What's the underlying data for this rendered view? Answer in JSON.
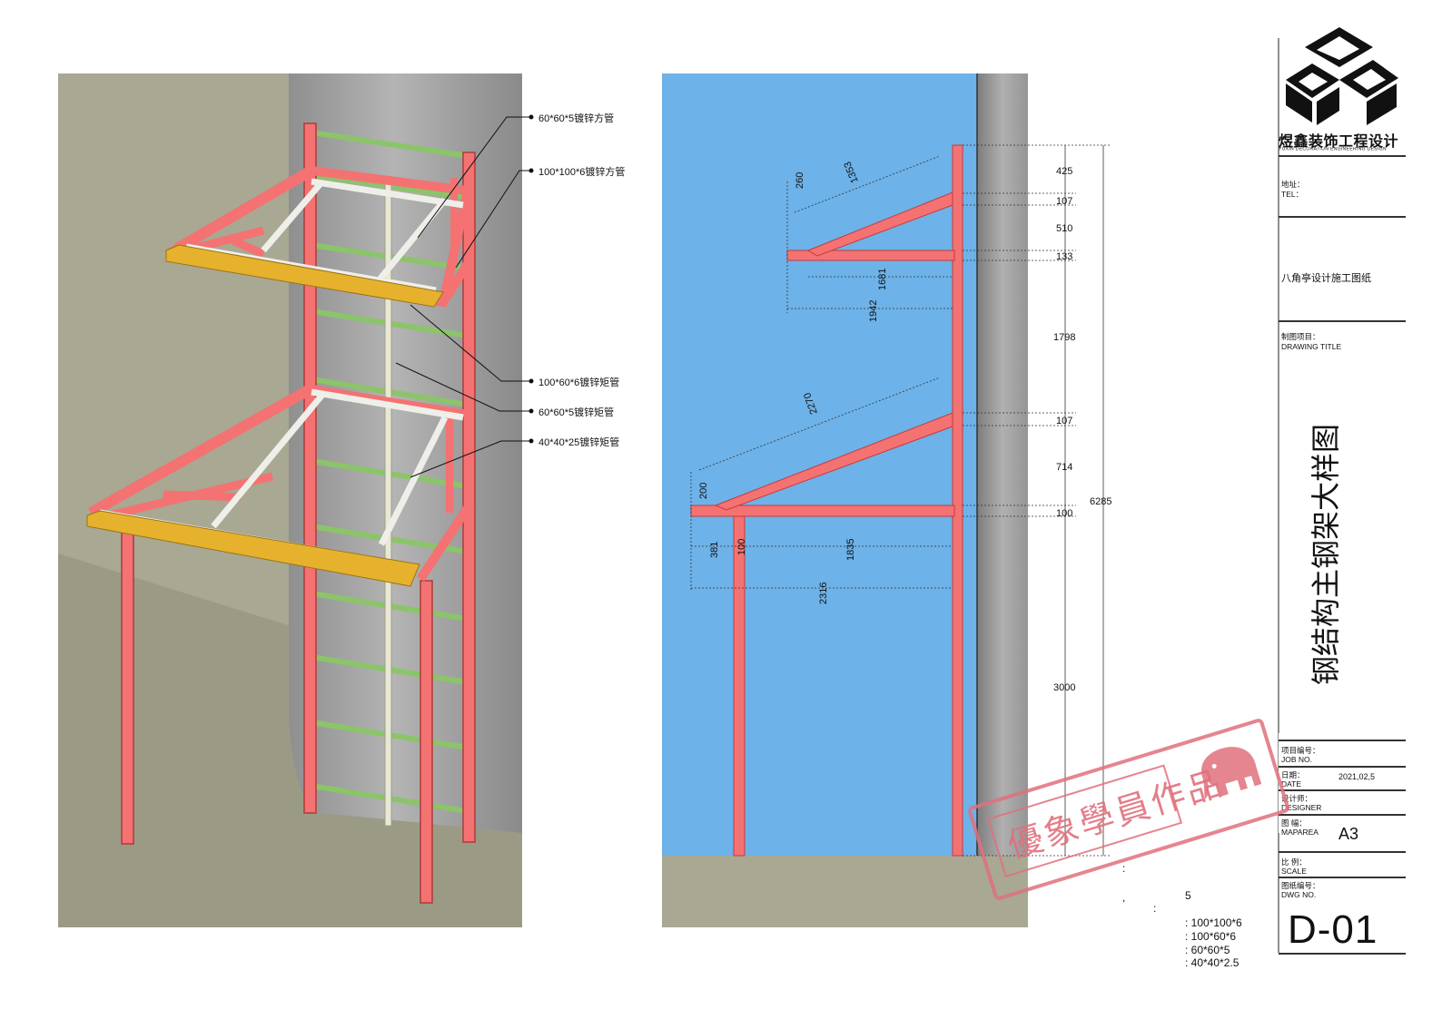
{
  "callouts": {
    "a": "60*60*5镀锌方管",
    "b": "100*100*6镀锌方管",
    "c": "100*60*6镀锌矩管",
    "d": "60*60*5镀锌矩管",
    "e": "40*40*25镀锌矩管"
  },
  "dimensions": {
    "right": [
      "425",
      "107",
      "510",
      "133",
      "1798",
      "107",
      "714",
      "100",
      "3000",
      "6285"
    ],
    "upper": [
      "260",
      "1353",
      "1681",
      "1942"
    ],
    "lower": [
      "2270",
      "200",
      "381",
      "100",
      "1835",
      "2316"
    ]
  },
  "title_block": {
    "company": "煜鑫装饰工程设计",
    "company_en": "YUXIN DECORATION ENGINEERING DESIGN",
    "address_label": "地址：",
    "tel_label": "TEL：",
    "project_name": "八角亭设计施工图纸",
    "drawing_title_cn": "制图项目：",
    "drawing_title_en": "DRAWING TITLE",
    "drawing_title": "钢结构主钢架大样图",
    "job_no_cn": "项目编号：",
    "job_no_en": "JOB NO.",
    "date_cn": "日期：",
    "date_en": "DATE",
    "date_value": "2021,02,5",
    "designer_cn": "设计师：",
    "designer_en": "DESIGNER",
    "maparea_cn": "图 幅：",
    "maparea_en": "MAPAREA",
    "maparea_value": "A3",
    "scale_cn": "比 例：",
    "scale_en": "SCALE",
    "dwg_no_cn": "图纸编号：",
    "dwg_no_en": "DWG NO.",
    "dwg_no_value": "D-01"
  },
  "stamp": {
    "text": "優象學員作品"
  },
  "notes": {
    "n1": ":",
    "n2": ",",
    "n3": ":",
    "n4": "5",
    "n5": ":  100*100*6",
    "n6": ":  100*60*6",
    "n7": ":    60*60*5",
    "n8": ":  40*40*2.5"
  },
  "colors": {
    "steel": "#F47272",
    "steel_dark": "#C63A3A",
    "rail": "#9FD47F",
    "purlin": "#EFEFEA",
    "edge": "#E6B22E",
    "wall": "#9E9E9E",
    "ground": "#A8A893",
    "sky": "#6DB2E8",
    "stamp": "#E0707C"
  }
}
